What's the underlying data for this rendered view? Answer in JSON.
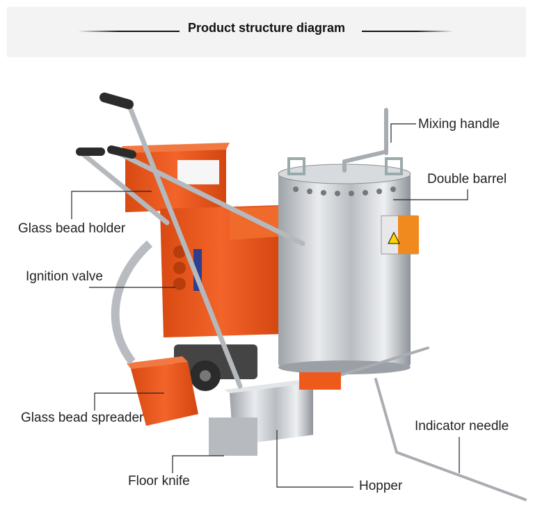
{
  "title": "Product structure diagram",
  "labels": {
    "mixing_handle": "Mixing handle",
    "double_barrel": "Double barrel",
    "glass_bead_holder": "Glass bead holder",
    "ignition_valve": "Ignition valve",
    "glass_bead_spreader": "Glass bead spreader",
    "indicator_needle": "Indicator needle",
    "floor_knife": "Floor knife",
    "hopper": "Hopper"
  },
  "colors": {
    "machine_orange": "#ee5a1c",
    "steel": "#c9ccd0",
    "leader_line": "#222222"
  }
}
